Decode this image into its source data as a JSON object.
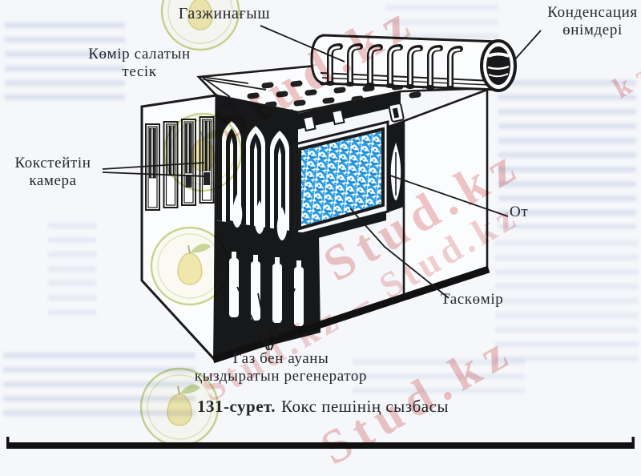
{
  "figure": {
    "labels": {
      "gas_collector": "Газжинағыш",
      "condensation": "Конденсация\nөнімдері",
      "coal_hole": "Көмір салатын\nтесік",
      "coking_chamber": "Кокстейтін\nкамера",
      "fire": "От",
      "coal": "Таскөмір",
      "regenerator": "Газ бен ауаны\nқыздыратын регенератор"
    },
    "caption": {
      "number": "131-сурет.",
      "title": "Кокс пешінің сызбасы"
    }
  },
  "watermarks": {
    "w1": "Stud.kz",
    "w2": "Stud.kz",
    "w3": "Stud.kz – Stud.kz",
    "w4": "Stud.kz",
    "w5": "kz"
  },
  "colors": {
    "ink": "#1b1b1b",
    "paper": "#f5f7fa",
    "coal_blue": "#2499e2",
    "watermark_pink": "#de7676",
    "watermark_yellow": "#e9dc9a"
  }
}
